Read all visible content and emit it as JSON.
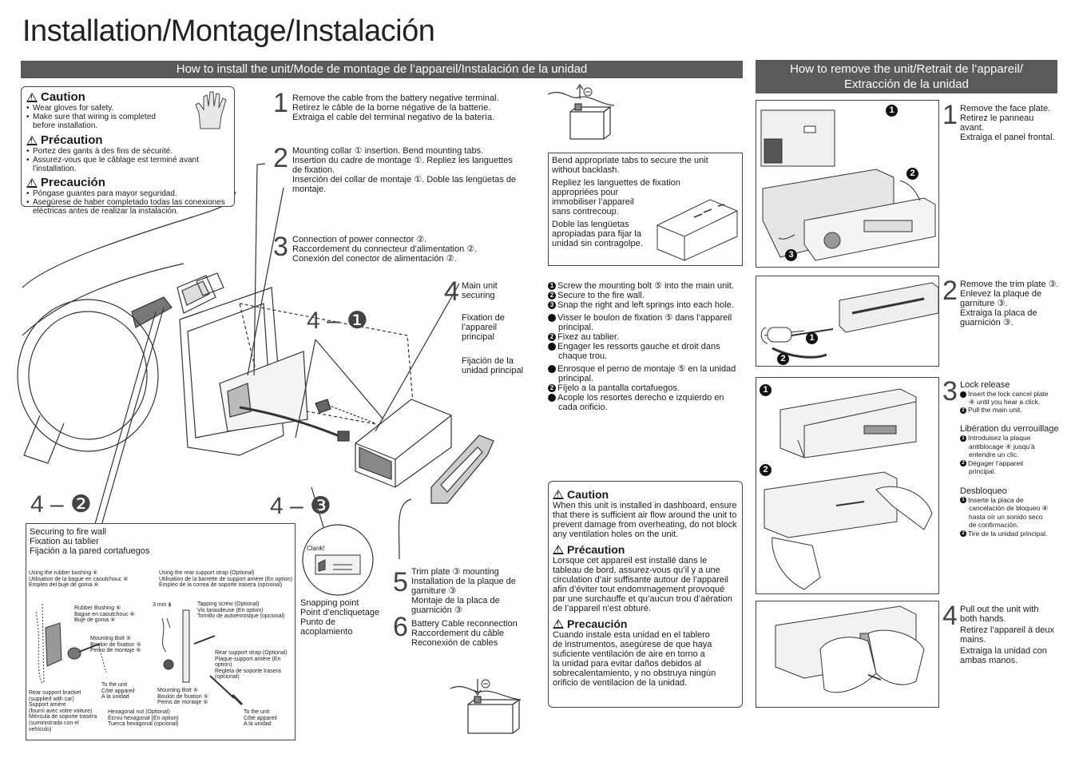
{
  "title": "Installation/Montage/Instalación",
  "install_bar": "How to install the unit/Mode de montage de l’appareil/Instalación de la unidad",
  "remove_bar": {
    "line1": "How to remove the unit/Retrait de l’appareil/",
    "line2": "Extracción de la unidad"
  },
  "caution_box": {
    "caution_title": "Caution",
    "caution_items": [
      "Wear gloves for safety.",
      "Make sure that wiring is completed before installation."
    ],
    "precaution_fr_title": "Précaution",
    "precaution_fr_items": [
      "Portez des gants à des fins de sécurité.",
      "Assurez-vous que le câblage est terminé avant l’installation."
    ],
    "precaution_es_title": "Precaución",
    "precaution_es_items": [
      "Póngase guantes para mayor seguridad.",
      "Asegúrese de haber completado todas las conexiones eléctricas antes de realizar la instalación."
    ]
  },
  "steps": {
    "s1": {
      "num": "1",
      "lines": [
        "Remove the cable from the battery negative terminal.",
        "Retirez le câble de la borne négative de la batterie.",
        "Extraiga el cable del terminal negativo de la batería."
      ]
    },
    "s2": {
      "num": "2",
      "lines": [
        "Mounting collar ① insertion. Bend mounting tabs.",
        "Insertion du cadre de montage ①. Repliez les languettes",
        "de fixation.",
        "Inserción del collar de montaje ①. Doble las lengüetas de",
        "montaje."
      ]
    },
    "s3": {
      "num": "3",
      "lines": [
        "Connection of power connector ②.",
        "Raccordement du connecteur d’alimentation ②.",
        "Conexión del conector de alimentación ②."
      ]
    },
    "s4": {
      "num": "4",
      "lines": [
        "Main unit",
        "securing"
      ],
      "fr": [
        "Fixation de",
        "l’appareil",
        "principal"
      ],
      "es": [
        "Fijación de la",
        "unidad principal"
      ]
    },
    "s5": {
      "num": "5",
      "lines": [
        "Trim plate ③ mounting",
        "Installation de la plaque de",
        "garniture ③",
        "Montaje de la placa de",
        "guarnición ③"
      ]
    },
    "s6": {
      "num": "6",
      "lines": [
        "Battery Cable reconnection",
        "Raccordement du câble",
        "Reconexión de cables"
      ]
    }
  },
  "labels": {
    "s4_1": "4 – ❶",
    "s4_2": "4 – ❷",
    "s4_3": "4 – ❸",
    "clank": "Clank!",
    "snapping": [
      "Snapping point",
      "Point d’encliquetage",
      "Punto de",
      "acoplamiento"
    ]
  },
  "bend_box": {
    "en": [
      "Bend appropriate tabs to secure the unit",
      "without backlash."
    ],
    "fr": [
      "Repliez les languettes de fixation",
      "appropriées pour",
      "immobiliser l’appareil",
      "sans contrecoup."
    ],
    "es": [
      "Doble las lengüetas",
      "apropiadas para fijar la",
      "unidad sin contragolpe."
    ]
  },
  "secure_steps": {
    "en": [
      "Screw the mounting bolt ⑤ into the main unit.",
      "Secure to the fire wall.",
      "Snap the right and left springs into each hole."
    ],
    "fr": [
      "Visser le boulon de fixation ⑤ dans l’appareil principal.",
      "Fixez au tablier.",
      "Engager les ressorts gauche et droit dans chaque trou."
    ],
    "es": [
      "Enrosque el perno de montaje ⑤ en la unidad principal.",
      "Fíjelo a la pantalla cortafuegos.",
      "Acople los resortes derecho e izquierdo en cada orificio."
    ]
  },
  "firewall": {
    "title": [
      "Securing to fire wall",
      "Fixation au tablier",
      "Fijación a la pared cortafuegos"
    ],
    "rubber_using": [
      "Using the rubber bushing ⑥",
      "Utilisation de la bague en caoutchouc ⑥",
      "Empleo del buje de goma ⑥"
    ],
    "strap_using": [
      "Using the rear support strap (Optional)",
      "Utilisation de la barrette de support arrière (En option)",
      "Empleo de la correa de soporte trasera (opcional)"
    ],
    "rubber_bushing": [
      "Rubber Bushing ⑥",
      "Bague en caoutchouc ⑥",
      "Buje de goma ⑥"
    ],
    "mounting_bolt1": [
      "Mounting Bolt ⑤",
      "Boulon de fixation ⑤",
      "Perno de montaje ⑤"
    ],
    "to_unit1": [
      "To the unit",
      "Côté appareil",
      "A la unidad"
    ],
    "rear_bracket": [
      "Rear support bracket",
      "(supplied with car)",
      "Support arrière",
      "(fourni avec votre voiture)",
      "Ménsula de soporte trasera",
      "(suministrada con el",
      "vehículo)"
    ],
    "hex_nut": [
      "Hexagonal nut (Optional)",
      "Écrou hexagonal (En option)",
      "Tuerca hexagonal (opcional)"
    ],
    "mm": "3 mm ϕ",
    "tapping": [
      "Tapping screw (Optional)",
      "Vis taraudeuse (En option)",
      "Tornillo de autoenrosque (opcional)"
    ],
    "rear_strap": [
      "Rear support strap (Optional)",
      "Plaque-support arrière (En option)",
      "Regleta de soporte trasera",
      "(opcional)"
    ],
    "mounting_bolt2": [
      "Mounting Bolt ⑤",
      "Boulon de fixation ⑤",
      "Perno de montaje ⑤"
    ],
    "to_unit2": [
      "To the unit",
      "Côté appareil",
      "A la unidad"
    ]
  },
  "caution2": {
    "caution_title": "Caution",
    "caution_text": [
      "When this unit is installed in dashboard, ensure",
      "that there is sufficient air flow around the unit to",
      "prevent damage from overheating, do not block",
      "any ventilation holes on the unit."
    ],
    "fr_title": "Précaution",
    "fr_text": [
      "Lorsque cet appareil est installé dans le",
      "tableau de bord, assurez-vous qu’il y a une",
      "circulation d’air suffisante autour de l’appareil",
      "afin d’éviter tout endommagement provoqué",
      "par une surchauffe et qu’aucun trou d’aération",
      "de l’appareil n’est obturé."
    ],
    "es_title": "Precaución",
    "es_text": [
      "Cuando instale esta unidad en el tablero",
      "de instrumentos, asegúrese de que haya",
      "suficiente ventilación de aire en torno a",
      "la unidad para evitar daños debidos al",
      "sobrecalentamiento, y no obstruya ningún",
      "orificio de ventilacion de la unidad."
    ]
  },
  "remove": {
    "r1": {
      "num": "1",
      "lines": [
        "Remove the face plate.",
        "Retirez le panneau",
        "avant.",
        "Extraiga el panel frontal."
      ]
    },
    "r2": {
      "num": "2",
      "lines": [
        "Remove the trim plate ③.",
        "Enlevez la plaque de",
        "garniture ③.",
        "Extraiga la placa de",
        "guarnición ③."
      ]
    },
    "r3": {
      "num": "3",
      "title": "Lock release",
      "en": [
        "Insert the lock cancel plate",
        "④ until you hear a click.",
        "Pull the main unit."
      ],
      "fr_title": "Libération du verrouillage",
      "fr": [
        "Introduisez la plaque",
        "antiblocage ④ jusqu’à",
        "entendre un clic.",
        "Dégager l’appareil",
        "principal."
      ],
      "es_title": "Desbloqueo",
      "es": [
        "Inserte la placa de",
        "cancelación de bloqueo ④",
        "hasta oír un sonido seco",
        "de confirmación.",
        "Tire de la unidad principal."
      ]
    },
    "r4": {
      "num": "4",
      "lines": [
        "Pull out the unit with",
        "both hands.",
        "Retirez l’appareil à deux",
        "mains.",
        "Extraiga la unidad con",
        "ambas manos."
      ]
    }
  },
  "markers": {
    "m1": "1",
    "m2": "2",
    "m3": "3"
  }
}
